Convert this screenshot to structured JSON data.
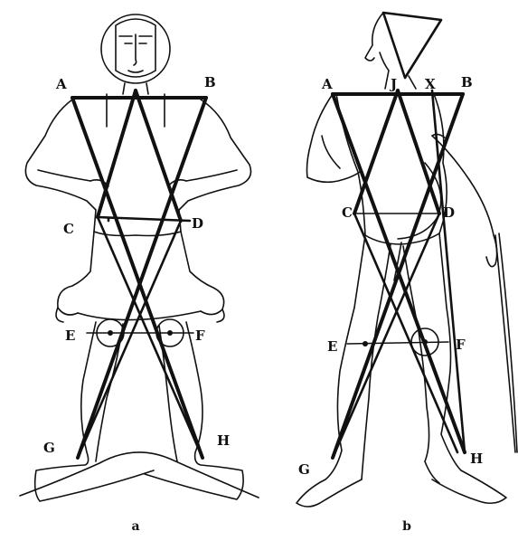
{
  "figure_a": {
    "caption": "a",
    "labels": {
      "A": "A",
      "B": "B",
      "C": "C",
      "D": "D",
      "E": "E",
      "F": "F",
      "G": "G",
      "H": "H"
    }
  },
  "figure_b": {
    "caption": "b",
    "labels": {
      "A": "A",
      "B": "B",
      "C": "C",
      "D": "D",
      "E": "E",
      "F": "F",
      "G": "G",
      "H": "H",
      "J": "J",
      "X": "X"
    }
  }
}
